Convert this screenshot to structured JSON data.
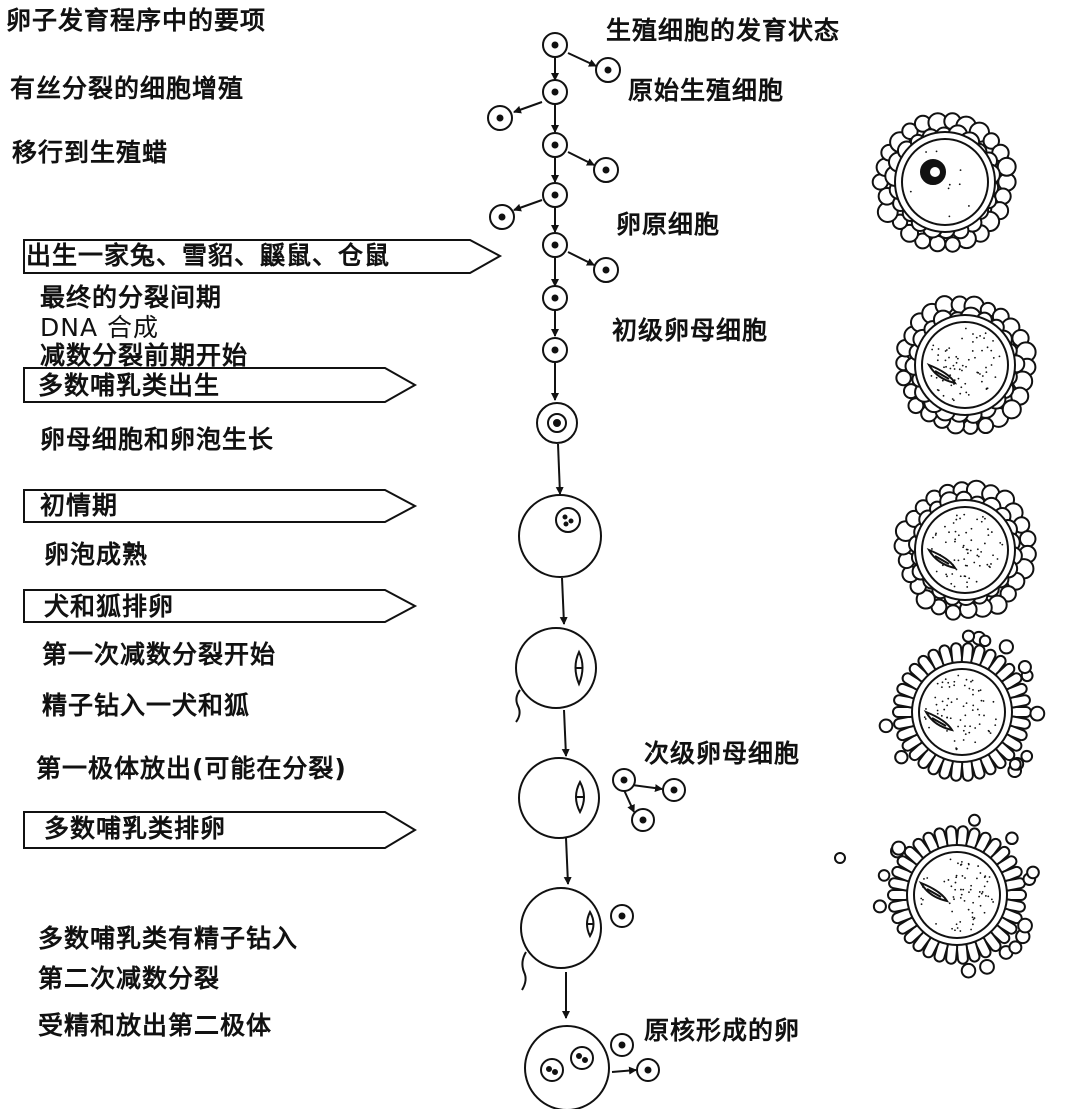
{
  "left_header": "卵子发育程序中的要项",
  "right_header": "生殖细胞的发育状态",
  "left_events": [
    "有丝分裂的细胞增殖",
    "移行到生殖蜡",
    "最终的分裂间期",
    "DNA 合成",
    "减数分裂前期开始",
    "卵母细胞和卵泡生长",
    "卵泡成熟",
    "第一次减数分裂开始",
    "精子钻入一犬和狐",
    "第一极体放出(可能在分裂)",
    "多数哺乳类有精子钻入",
    "第二次减数分裂",
    "受精和放出第二极体"
  ],
  "banners": [
    "出生一家兔、雪貂、鼷鼠、仓鼠",
    "多数哺乳类出生",
    "初情期",
    "犬和狐排卵",
    "多数哺乳类排卵"
  ],
  "stage_labels": [
    "原始生殖细胞",
    "卵原细胞",
    "初级卵母细胞",
    "次级卵母细胞",
    "原核形成的卵"
  ],
  "colors": {
    "ink": "#111111",
    "paper": "#ffffff"
  }
}
